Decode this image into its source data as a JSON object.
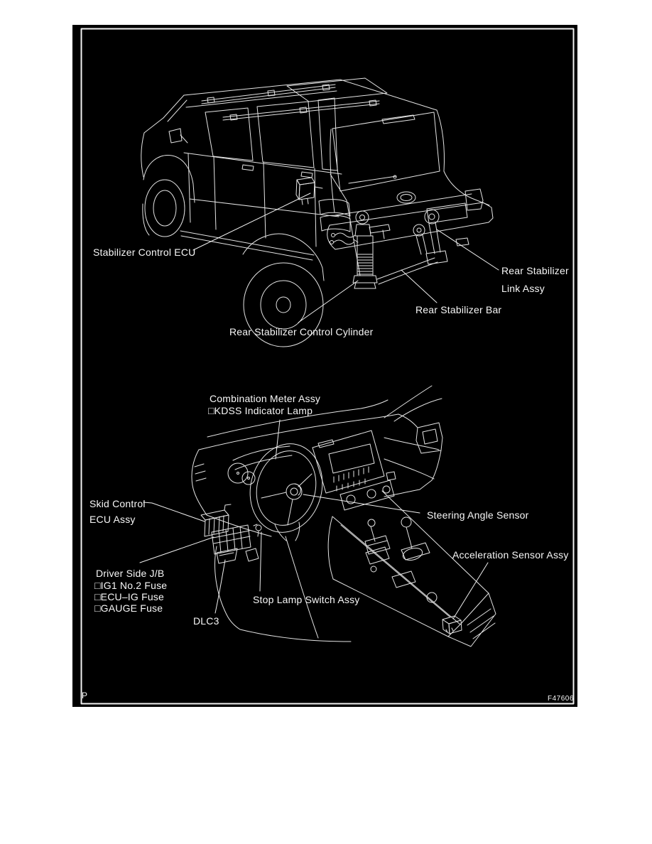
{
  "colors": {
    "page_bg": "#ffffff",
    "panel_bg": "#000000",
    "line_color": "#e4e4e4",
    "text_color": "#f7f7f7"
  },
  "panel": {
    "page_marker": "P",
    "figure_code": "F47606"
  },
  "top_diagram": {
    "labels": {
      "stabilizer_control_ecu": "Stabilizer Control ECU",
      "rear_stabilizer_link_1": "Rear Stabilizer",
      "rear_stabilizer_link_2": "Link Assy",
      "rear_stabilizer_bar": "Rear Stabilizer Bar",
      "rear_stabilizer_control_cylinder": "Rear Stabilizer Control Cylinder"
    }
  },
  "bottom_diagram": {
    "labels": {
      "combination_meter_1": "Combination Meter Assy",
      "combination_meter_2": "□KDSS Indicator Lamp",
      "skid_control_1": "Skid Control",
      "skid_control_2": "ECU Assy",
      "steering_angle_sensor": "Steering Angle Sensor",
      "driver_side_jb": "Driver Side J/B",
      "fuse_ig1": "□IG1 No.2 Fuse",
      "fuse_ecu_ig": "□ECU–IG Fuse",
      "fuse_gauge": "□GAUGE Fuse",
      "stop_lamp_switch": "Stop Lamp Switch Assy",
      "dlc3": "DLC3",
      "acceleration_sensor": "Acceleration Sensor Assy"
    }
  }
}
